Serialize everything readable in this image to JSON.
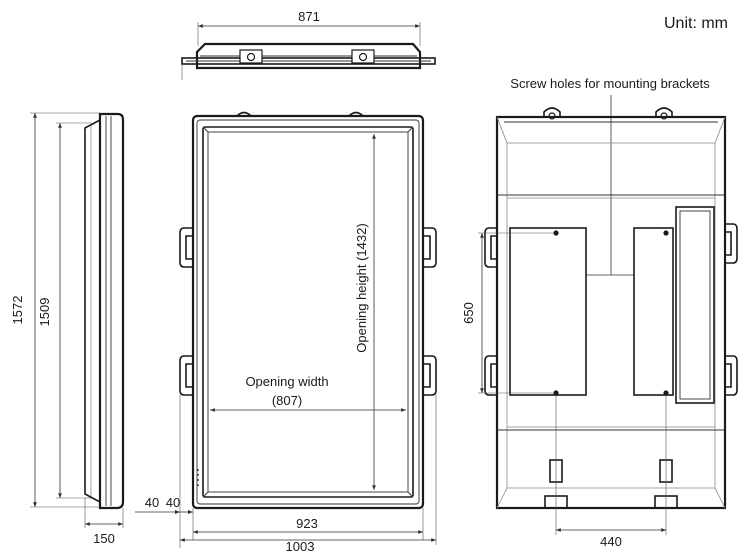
{
  "unit_label": "Unit: mm",
  "callout": "Screw holes for mounting brackets",
  "dimensions": {
    "top_width": "871",
    "total_height": "1572",
    "inner_height": "1509",
    "depth": "150",
    "opening_height": "Opening height (1432)",
    "opening_width_line1": "Opening width",
    "opening_width_line2": "(807)",
    "margin_left": "40",
    "margin_right": "40",
    "inner_width": "923",
    "total_width": "1003",
    "hole_vertical": "650",
    "hole_horizontal": "440"
  }
}
